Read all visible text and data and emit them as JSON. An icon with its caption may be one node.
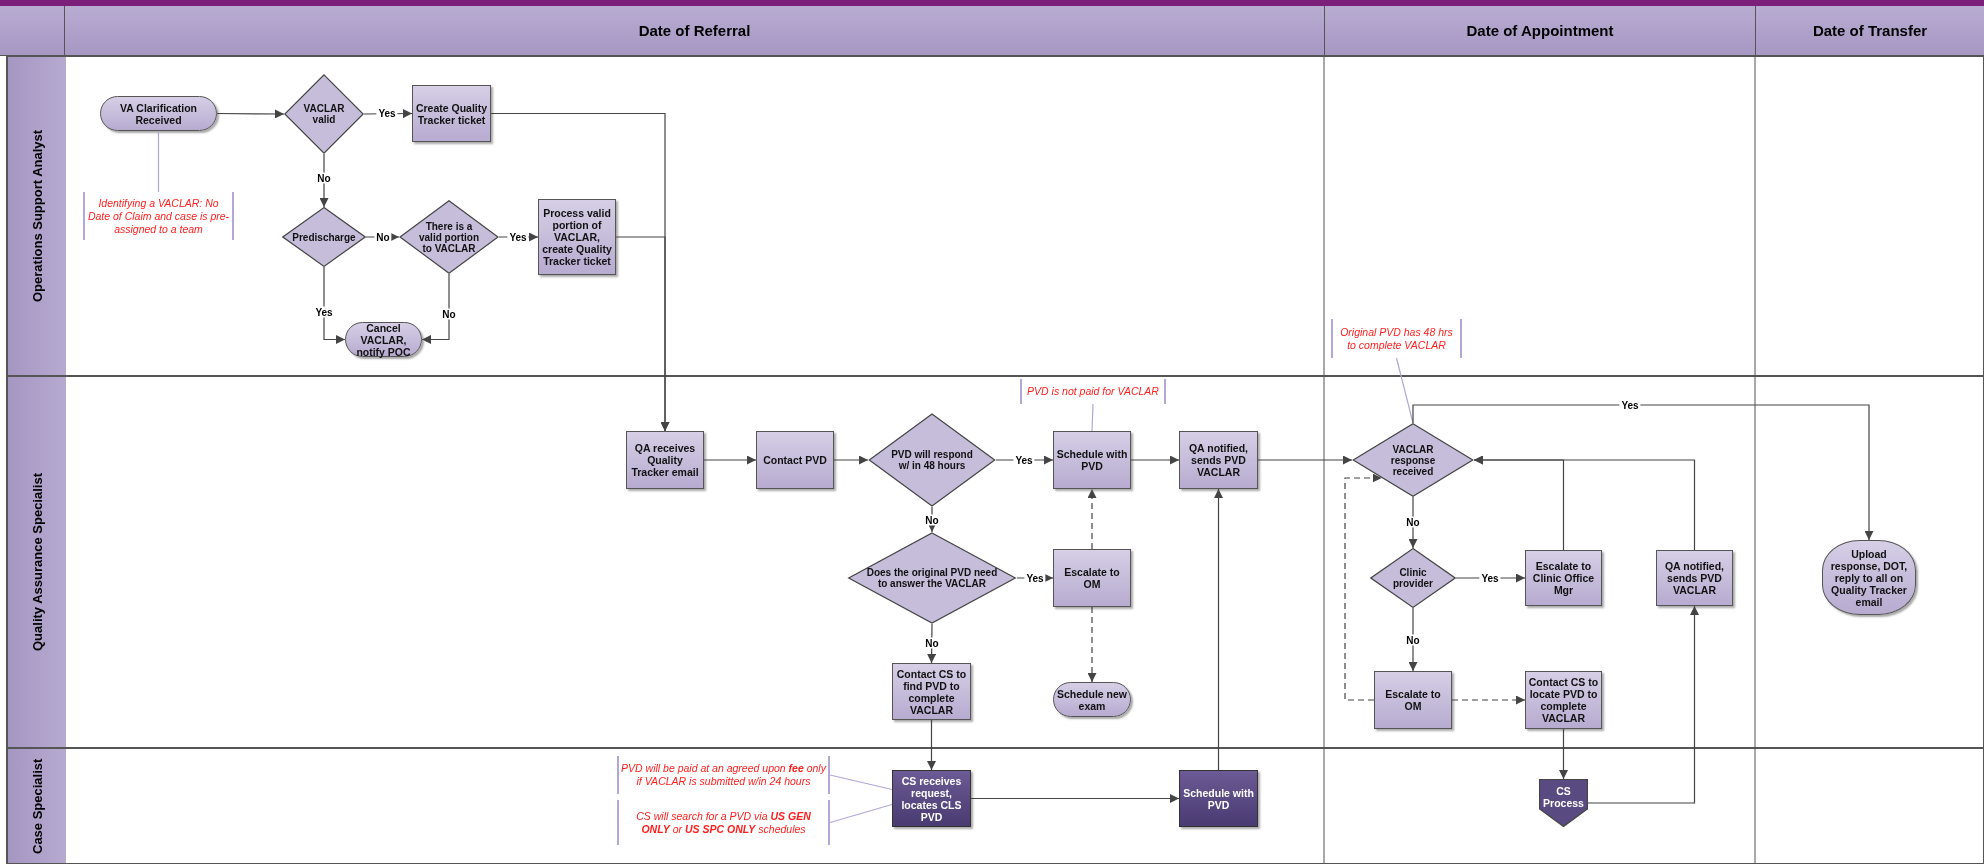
{
  "diagram": {
    "nodes": [
      {
        "text": [
          "Date of Referral"
        ]
      },
      {
        "text": [
          "Date of Appointment"
        ]
      },
      {
        "text": [
          "Date of Transfer"
        ]
      },
      {
        "text": [
          "Operations Support Analyst"
        ]
      },
      {
        "text": [
          "Quality Assurance Specialist"
        ]
      },
      {
        "text": [
          "Case Specialist"
        ]
      },
      {
        "text": [
          "VA Clarification Received"
        ],
        "in": 3
      },
      {
        "text": [
          "Identifying a VACLAR: No Date of Claim and case is pre-assigned to a team"
        ],
        "in": 3
      },
      {
        "text": [
          "VACLAR valid"
        ],
        "in": 3
      },
      {
        "text": [
          "Create Quality Tracker ticket"
        ],
        "in": 3
      },
      {
        "text": [
          "Predischarge"
        ],
        "in": 3
      },
      {
        "text": [
          "There is a valid portion to VACLAR"
        ],
        "in": 3
      },
      {
        "text": [
          "Process valid portion of VACLAR, create Quality Tracker ticket"
        ],
        "in": 3
      },
      {
        "text": [
          "Cancel VACLAR, notify POC"
        ],
        "in": 3
      },
      {
        "text": [
          "Original PVD has 48 hrs to complete VACLAR"
        ],
        "in": 3
      },
      {
        "text": [
          "QA receives Quality Tracker email"
        ],
        "in": 4
      },
      {
        "text": [
          "Contact PVD"
        ],
        "in": 4
      },
      {
        "text": [
          "PVD will respond w/ in 48 hours"
        ],
        "in": 4
      },
      {
        "text": [
          "PVD is not paid for VACLAR"
        ],
        "in": 4
      },
      {
        "text": [
          "Schedule with PVD"
        ],
        "in": 4
      },
      {
        "text": [
          "QA notified, sends PVD VACLAR"
        ],
        "in": 4
      },
      {
        "text": [
          "Does the original PVD need to answer the VACLAR"
        ],
        "in": 4
      },
      {
        "text": [
          "Escalate to OM"
        ],
        "in": 4
      },
      {
        "text": [
          "Contact CS to find PVD to complete VACLAR"
        ],
        "in": 4
      },
      {
        "text": [
          "Schedule new exam"
        ],
        "in": 4
      },
      {
        "text": [
          "VACLAR response received"
        ],
        "in": 4
      },
      {
        "text": [
          "Clinic provider"
        ],
        "in": 4
      },
      {
        "text": [
          "Escalate to Clinic Office Mgr"
        ],
        "in": 4
      },
      {
        "text": [
          "QA notified, sends PVD VACLAR"
        ],
        "in": 4
      },
      {
        "text": [
          "Escalate to OM"
        ],
        "in": 4
      },
      {
        "text": [
          "Contact CS to locate PVD to complete VACLAR"
        ],
        "in": 4
      },
      {
        "text": [
          "Upload response, DOT, reply to all on Quality Tracker email"
        ],
        "in": 4
      },
      {
        "text": [
          "PVD will be paid at an agreed upon **fee** only if VACLAR is submitted w/in 24 hours"
        ],
        "in": 5
      },
      {
        "text": [
          "CS will search for a PVD via **US GEN ONLY** or **US SPC ONLY** schedules"
        ],
        "in": 5
      },
      {
        "text": [
          "CS receives request, locates CLS PVD"
        ],
        "in": 5
      },
      {
        "text": [
          "Schedule with PVD"
        ],
        "in": 5
      },
      {
        "text": [
          "CS Process"
        ],
        "in": 5
      }
    ],
    "edges": [
      {
        "from": 6,
        "to": 8,
        "arrow": "to"
      },
      {
        "from": 8,
        "to": 9,
        "arrow": "to",
        "label": "Yes"
      },
      {
        "from": 8,
        "to": 10,
        "arrow": "to",
        "label": "No"
      },
      {
        "from": 10,
        "to": 11,
        "arrow": "to",
        "label": "No"
      },
      {
        "from": 11,
        "to": 12,
        "arrow": "to",
        "label": "Yes"
      },
      {
        "from": 10,
        "to": 13,
        "arrow": "to",
        "label": "Yes"
      },
      {
        "from": 11,
        "to": 13,
        "arrow": "to",
        "label": "No"
      },
      {
        "from": 9,
        "to": 15,
        "arrow": "to"
      },
      {
        "from": 12,
        "to": 15,
        "arrow": "to"
      },
      {
        "from": 7,
        "to": 6,
        "arrow": "none",
        "color": "#b4a7d6"
      },
      {
        "from": 15,
        "to": 16,
        "arrow": "to"
      },
      {
        "from": 16,
        "to": 17,
        "arrow": "to"
      },
      {
        "from": 17,
        "to": 19,
        "arrow": "to",
        "label": "Yes"
      },
      {
        "from": 17,
        "to": 21,
        "arrow": "to",
        "label": "No"
      },
      {
        "from": 21,
        "to": 22,
        "arrow": "to",
        "label": "Yes"
      },
      {
        "from": 22,
        "to": 19,
        "arrow": "to",
        "style": "dashed"
      },
      {
        "from": 22,
        "to": 24,
        "arrow": "to",
        "style": "dashed"
      },
      {
        "from": 21,
        "to": 23,
        "arrow": "to",
        "label": "No"
      },
      {
        "from": 18,
        "to": 19,
        "arrow": "none",
        "color": "#b4a7d6"
      },
      {
        "from": 19,
        "to": 20,
        "arrow": "to"
      },
      {
        "from": 23,
        "to": 34,
        "arrow": "to"
      },
      {
        "from": 34,
        "to": 35,
        "arrow": "to"
      },
      {
        "from": 35,
        "to": 20,
        "arrow": "to"
      },
      {
        "from": 32,
        "to": 34,
        "arrow": "none",
        "color": "#b4a7d6"
      },
      {
        "from": 33,
        "to": 34,
        "arrow": "none",
        "color": "#b4a7d6"
      },
      {
        "from": 20,
        "to": 25,
        "arrow": "to"
      },
      {
        "from": 14,
        "to": 25,
        "arrow": "none",
        "color": "#b4a7d6"
      },
      {
        "from": 25,
        "to": 31,
        "arrow": "to",
        "label": "Yes"
      },
      {
        "from": 25,
        "to": 26,
        "arrow": "to",
        "label": "No"
      },
      {
        "from": 26,
        "to": 27,
        "arrow": "to",
        "label": "Yes"
      },
      {
        "from": 26,
        "to": 29,
        "arrow": "to",
        "label": "No"
      },
      {
        "from": 27,
        "to": 25,
        "arrow": "to"
      },
      {
        "from": 28,
        "to": 25,
        "arrow": "to"
      },
      {
        "from": 29,
        "to": 25,
        "arrow": "to",
        "style": "dashed"
      },
      {
        "from": 29,
        "to": 30,
        "arrow": "to",
        "style": "dashed"
      },
      {
        "from": 30,
        "to": 36,
        "arrow": "to"
      },
      {
        "from": 36,
        "to": 28,
        "arrow": "to"
      }
    ]
  }
}
